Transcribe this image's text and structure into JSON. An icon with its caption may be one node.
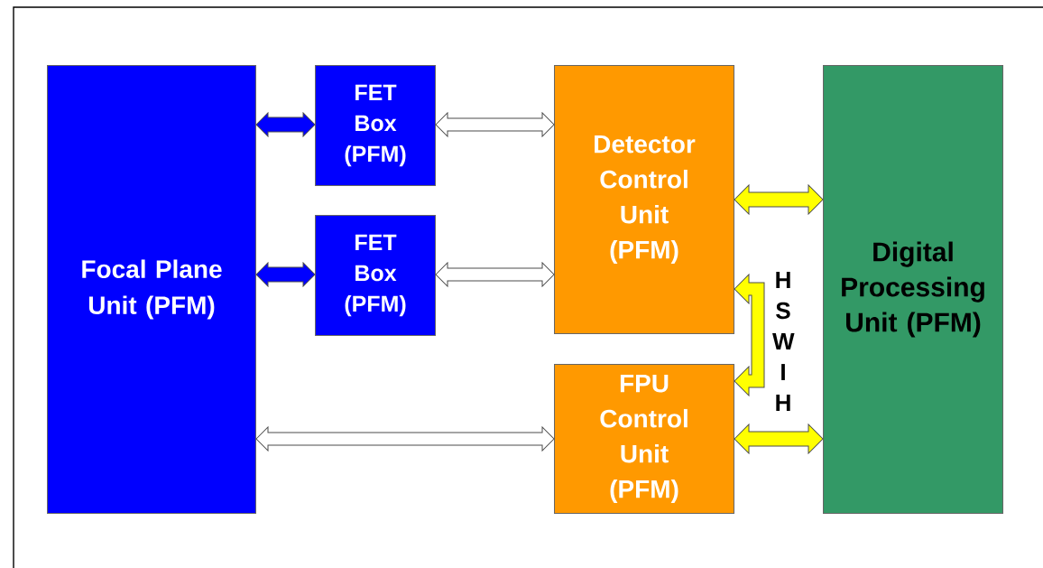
{
  "diagram": {
    "nodes": [
      {
        "text": [
          "Focal Plane Unit (PFM)"
        ]
      },
      {
        "text": [
          "FET Box (PFM)"
        ]
      },
      {
        "text": [
          "FET Box (PFM)"
        ]
      },
      {
        "text": [
          "Detector Control Unit (PFM)"
        ]
      },
      {
        "text": [
          "FPU Control Unit (PFM)"
        ]
      },
      {
        "text": [
          "Digital Processing Unit (PFM)"
        ]
      }
    ],
    "edges": [
      {
        "from": 0,
        "to": 1,
        "arrow": "both",
        "color": "#0000ff"
      },
      {
        "from": 1,
        "to": 3,
        "arrow": "both"
      },
      {
        "from": 0,
        "to": 2,
        "arrow": "both",
        "color": "#0000ff"
      },
      {
        "from": 2,
        "to": 3,
        "arrow": "both"
      },
      {
        "from": 3,
        "to": 5,
        "arrow": "both",
        "color": "#ffff00"
      },
      {
        "from": 3,
        "to": 4,
        "arrow": "both",
        "color": "#ffff00",
        "label": "H S W I H"
      },
      {
        "from": 0,
        "to": 4,
        "arrow": "both"
      },
      {
        "from": 4,
        "to": 5,
        "arrow": "both",
        "color": "#ffff00"
      }
    ]
  }
}
